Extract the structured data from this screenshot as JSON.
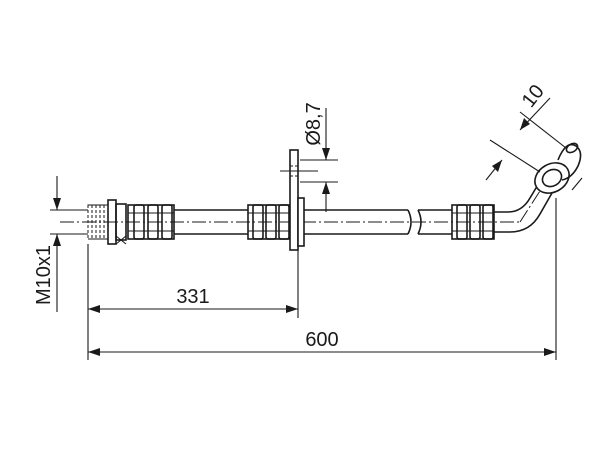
{
  "dimensions": {
    "overall_length": "600",
    "flange_position": "331",
    "thread": "M10x1",
    "hole_diameter": "Ø8,7",
    "eye_size": "10"
  }
}
